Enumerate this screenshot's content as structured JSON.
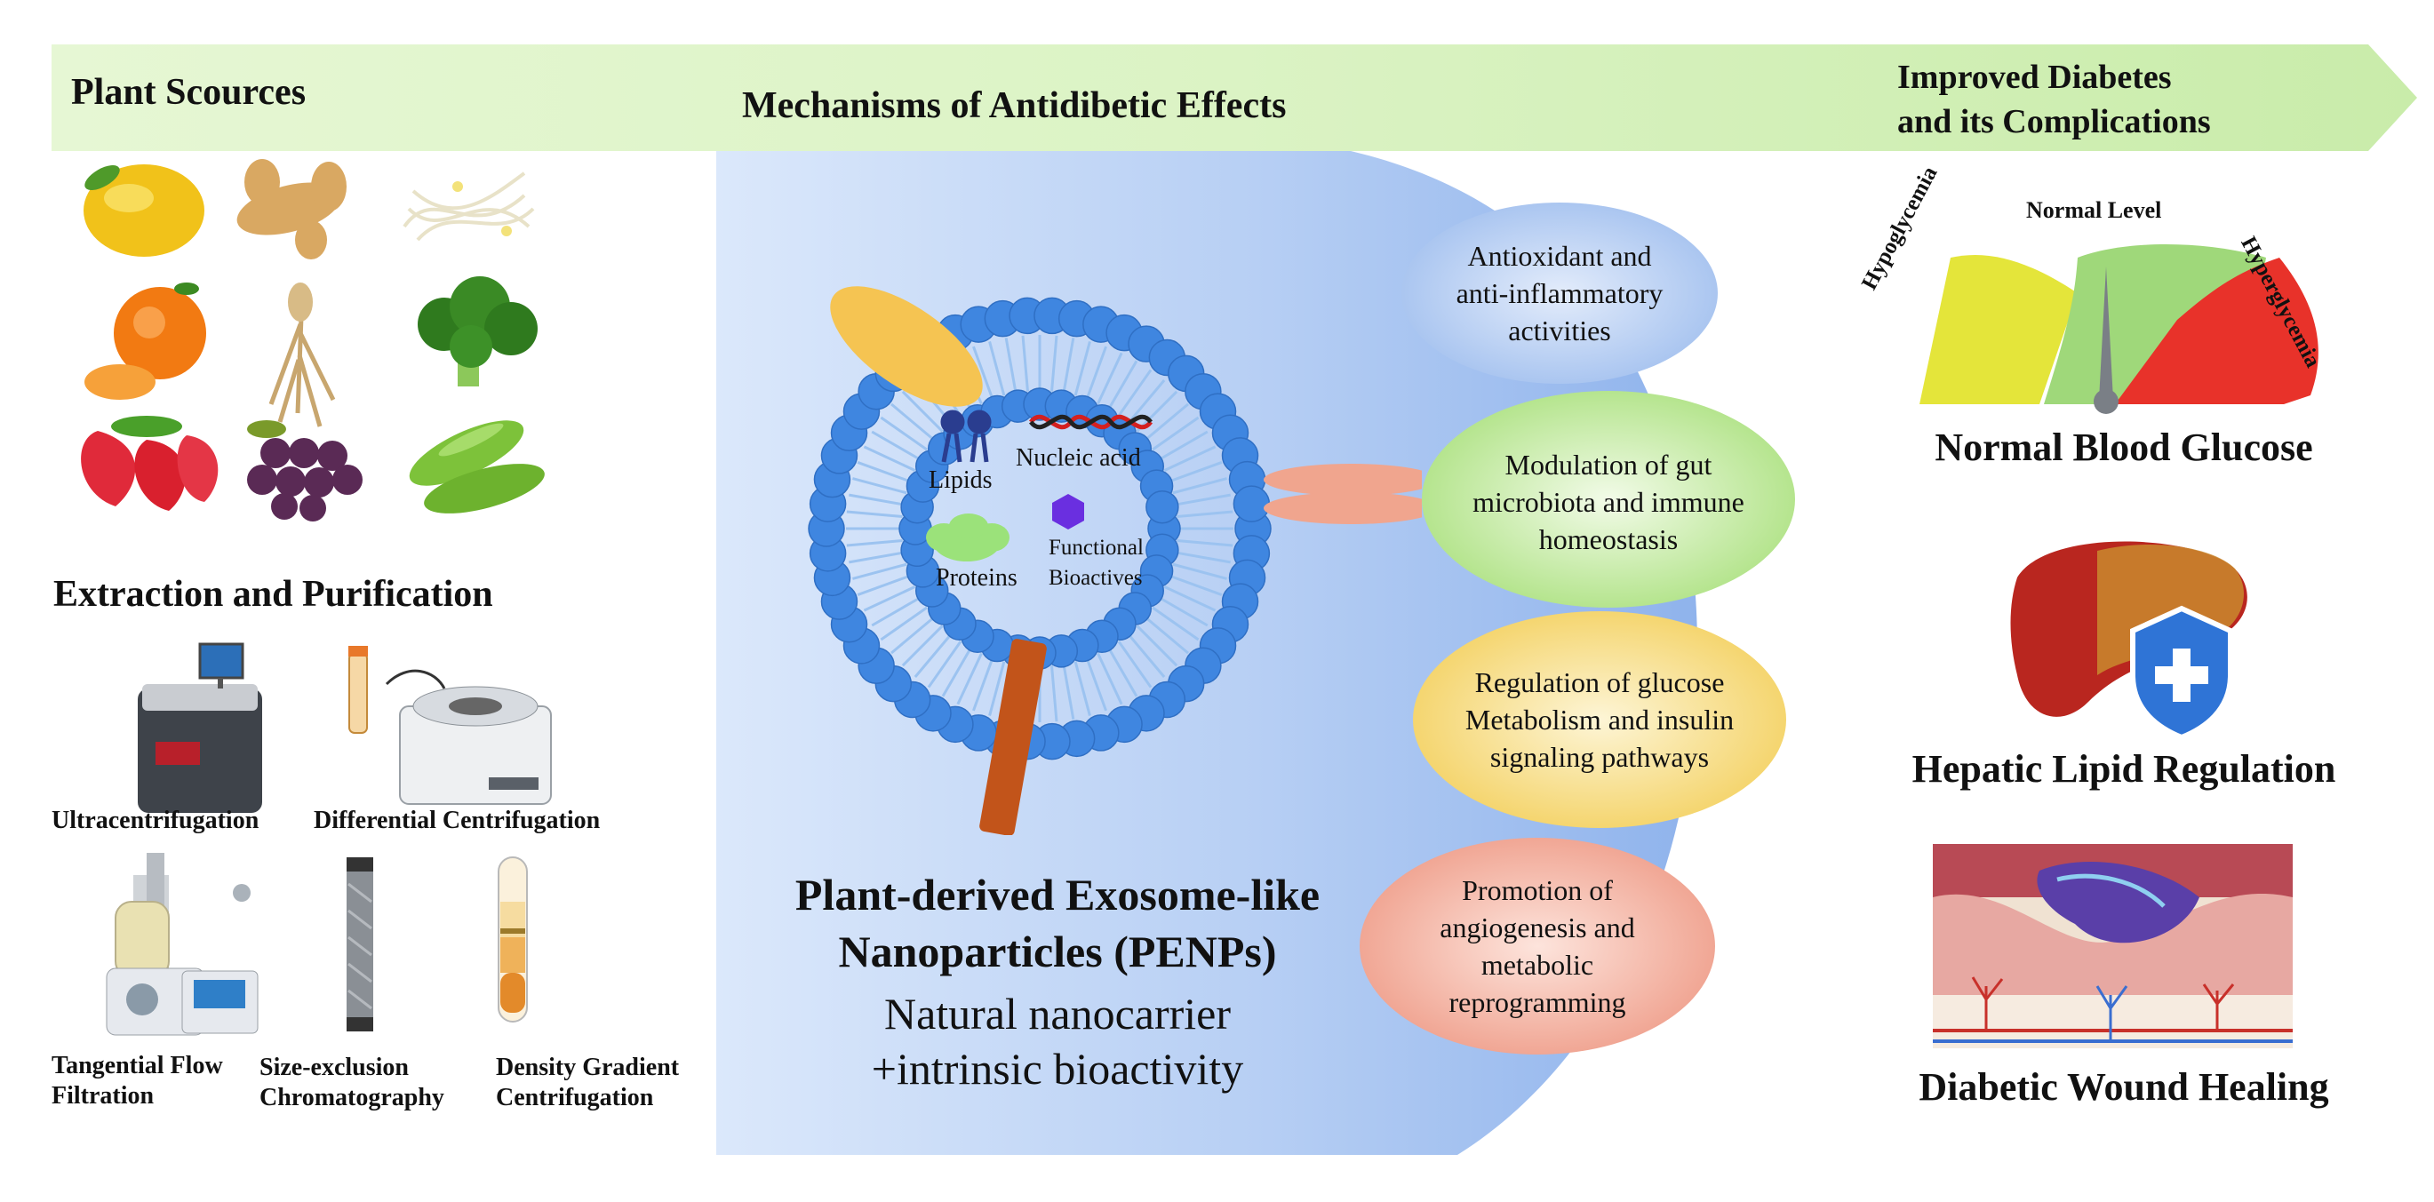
{
  "banner": {
    "plant_sources": "Plant Scources",
    "mechanisms": "Mechanisms of Antidibetic Effects",
    "improved": "Improved Diabetes\nand its Complications"
  },
  "left": {
    "extraction_title": "Extraction and Purification",
    "methods": {
      "ultracentrifugation": "Ultracentrifugation",
      "differential": "Differential Centrifugation",
      "tangential": "Tangential Flow\nFiltration",
      "size_exclusion": "Size-exclusion\nChromatography",
      "density": "Density Gradient\nCentrifugation"
    }
  },
  "vesicle": {
    "lipids": "Lipids",
    "nucleic_acid": "Nucleic acid",
    "proteins": "Proteins",
    "functional": "Functional\nBioactives"
  },
  "center": {
    "title": "Plant-derived Exosome-like\nNanoparticles (PENPs)",
    "subtitle": "Natural nanocarrier\n+intrinsic bioactivity"
  },
  "mechanisms": [
    {
      "text": "Antioxidant and\nanti-inflammatory\nactivities",
      "color": "#a9c6ee"
    },
    {
      "text": "Modulation of gut\nmicrobiota and immune\nhomeostasis",
      "color": "#bfe89a"
    },
    {
      "text": "Regulation of glucose\nMetabolism and insulin\nsignaling pathways",
      "color": "#f7dc7e"
    },
    {
      "text": "Promotion of\nangiogenesis and\nmetabolic\nreprogramming",
      "color": "#f3ab9a"
    }
  ],
  "outcomes": {
    "gauge_normal": "Normal Level",
    "gauge_low": "Hypoglycemia",
    "gauge_high": "Hyperglycemia",
    "blood_glucose": "Normal Blood Glucose",
    "hepatic": "Hepatic Lipid Regulation",
    "wound": "Diabetic Wound Healing"
  },
  "colors": {
    "banner": "#dff5c8",
    "center_panel": "#a9c6ee",
    "bead": "#3f86e0",
    "gauge_low": "#e4e53a",
    "gauge_normal": "#9fd87a",
    "gauge_high": "#e8322a"
  }
}
